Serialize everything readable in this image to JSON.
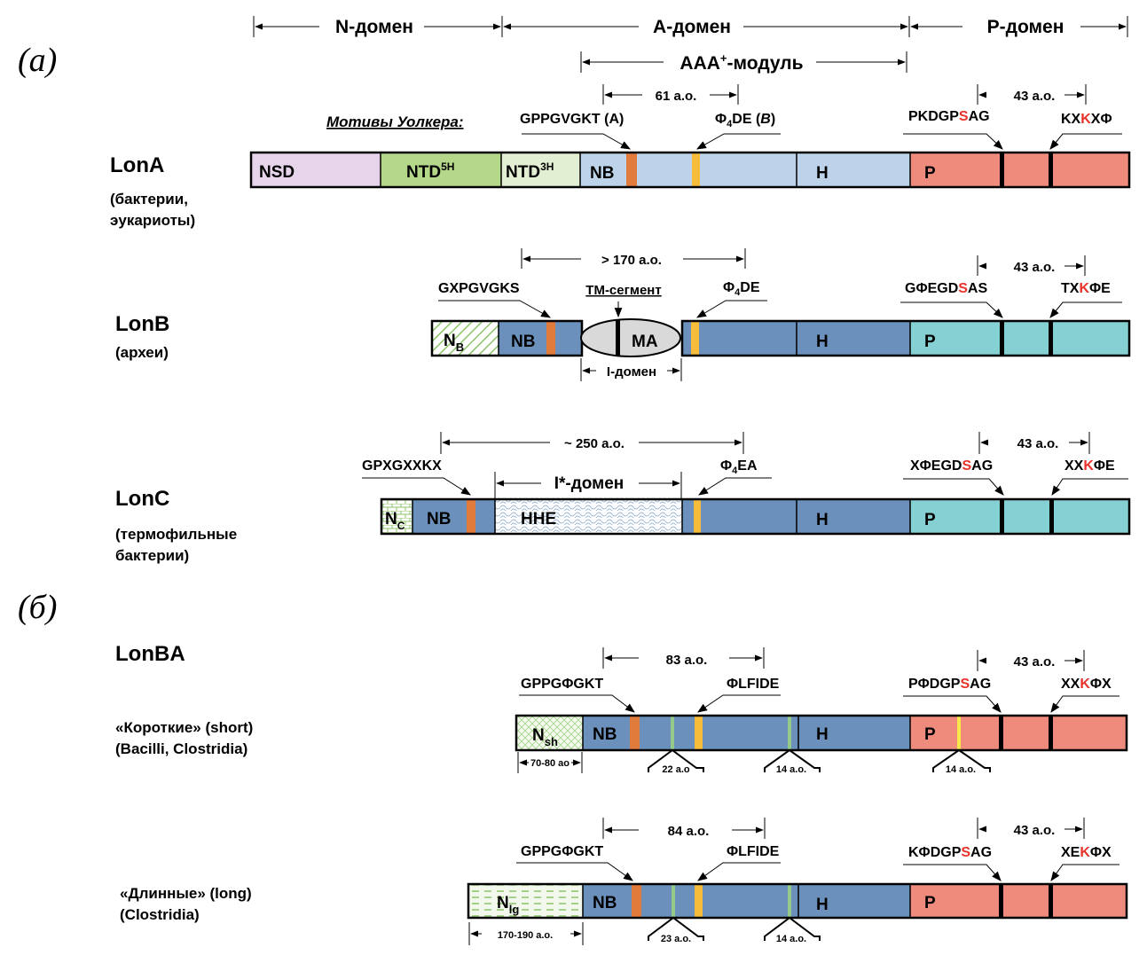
{
  "panels": {
    "a": "(а)",
    "b": "(б)"
  },
  "header": {
    "n_domain": "N-домен",
    "a_domain": "A-домен",
    "p_domain": "P-домен",
    "aaa_module": "AAA",
    "aaa_sup": "+",
    "aaa_suffix": "-модуль"
  },
  "colors": {
    "nsd": "#e6d5ea",
    "ntd5h": "#b5d78a",
    "ntd3h": "#e3efd3",
    "lona_a": "#bcd3ea",
    "lona_p": "#ee8b7c",
    "dark_blue": "#6b90bb",
    "teal": "#85d0d2",
    "walker_a": "#e07b3c",
    "walker_b": "#f7bd3a",
    "insert_green": "#95c98a",
    "insert_yellow": "#f8e94b",
    "ma_grey": "#d9d9d9",
    "motif_red": "#e8322a",
    "hatch_green": "#8cc46a"
  },
  "walker_title": "Мотивы Уолкера:",
  "proteins": [
    {
      "id": "lona",
      "name": "LonA",
      "subtitle": [
        "(бактерии,",
        "эукариоты)"
      ],
      "segments": [
        "NSD",
        "NTD",
        "NTD",
        "NB",
        "H",
        "P"
      ],
      "segment_sups": [
        "",
        "5H",
        "3H",
        "",
        "",
        ""
      ],
      "motif_a": "GPPGVGKT (A)",
      "motif_b": "Φ4DE (B)",
      "span_ab": "61 а.о.",
      "motif_s": [
        "PKDGP",
        "S",
        "AG"
      ],
      "motif_k": [
        "KX",
        "K",
        "XΦ"
      ],
      "span_sk": "43 а.о."
    },
    {
      "id": "lonb",
      "name": "LonB",
      "subtitle": [
        "(археи)"
      ],
      "segments": [
        "N",
        "NB",
        "MA",
        "H",
        "P"
      ],
      "segment_subs": [
        "B",
        "",
        "",
        "",
        ""
      ],
      "motif_a": "GXPGVGKS",
      "motif_b": "Φ4DE",
      "tm_segment": "ТМ-сегмент",
      "i_domain": "I-домен",
      "span_ab": "> 170 а.о.",
      "motif_s": [
        "GΦEGD",
        "S",
        "AS"
      ],
      "motif_k": [
        "TX",
        "K",
        "ΦE"
      ],
      "span_sk": "43 а.о."
    },
    {
      "id": "lonc",
      "name": "LonC",
      "subtitle": [
        "(термофильные",
        "бактерии)"
      ],
      "segments": [
        "N",
        "NB",
        "HHE",
        "H",
        "P"
      ],
      "segment_subs": [
        "C",
        "",
        "",
        "",
        ""
      ],
      "motif_a": "GPXGXXKX",
      "motif_b": "Φ4EA",
      "i_star_domain": "I*-домен",
      "span_ab": "~ 250 а.о.",
      "motif_s": [
        "XΦEGD",
        "S",
        "AG"
      ],
      "motif_k": [
        "XX",
        "K",
        "ΦE"
      ],
      "span_sk": "43 а.о."
    }
  ],
  "lonba": {
    "title": "LonBA",
    "variants": [
      {
        "id": "short",
        "label": [
          "«Короткие» (short)",
          "(Bacilli, Clostridia)"
        ],
        "n_seg": "N",
        "n_sub": "sh",
        "n_len": "70-80 ао",
        "segments": [
          "NB",
          "H",
          "P"
        ],
        "motif_a": "GPPGΦGKT",
        "motif_b": "ΦLFIDE",
        "span_ab": "83 а.о.",
        "insert1": "22 а.о",
        "insert2": "14 а.о.",
        "insert3": "14 а.о.",
        "motif_s": [
          "PΦDGP",
          "S",
          "AG"
        ],
        "motif_k": [
          "XX",
          "K",
          "ΦX"
        ],
        "span_sk": "43 а.о."
      },
      {
        "id": "long",
        "label": [
          "«Длинные» (long)",
          "(Clostridia)"
        ],
        "n_seg": "N",
        "n_sub": "lg",
        "n_len": "170-190 а.о.",
        "segments": [
          "NB",
          "H",
          "P"
        ],
        "motif_a": "GPPGΦGKT",
        "motif_b": "ΦLFIDE",
        "span_ab": "84 а.о.",
        "insert1": "23 а.о.",
        "insert2": "14 а.о.",
        "motif_s": [
          "KΦDGP",
          "S",
          "AG"
        ],
        "motif_k": [
          "XE",
          "K",
          "ΦX"
        ],
        "span_sk": "43 а.о."
      }
    ]
  }
}
